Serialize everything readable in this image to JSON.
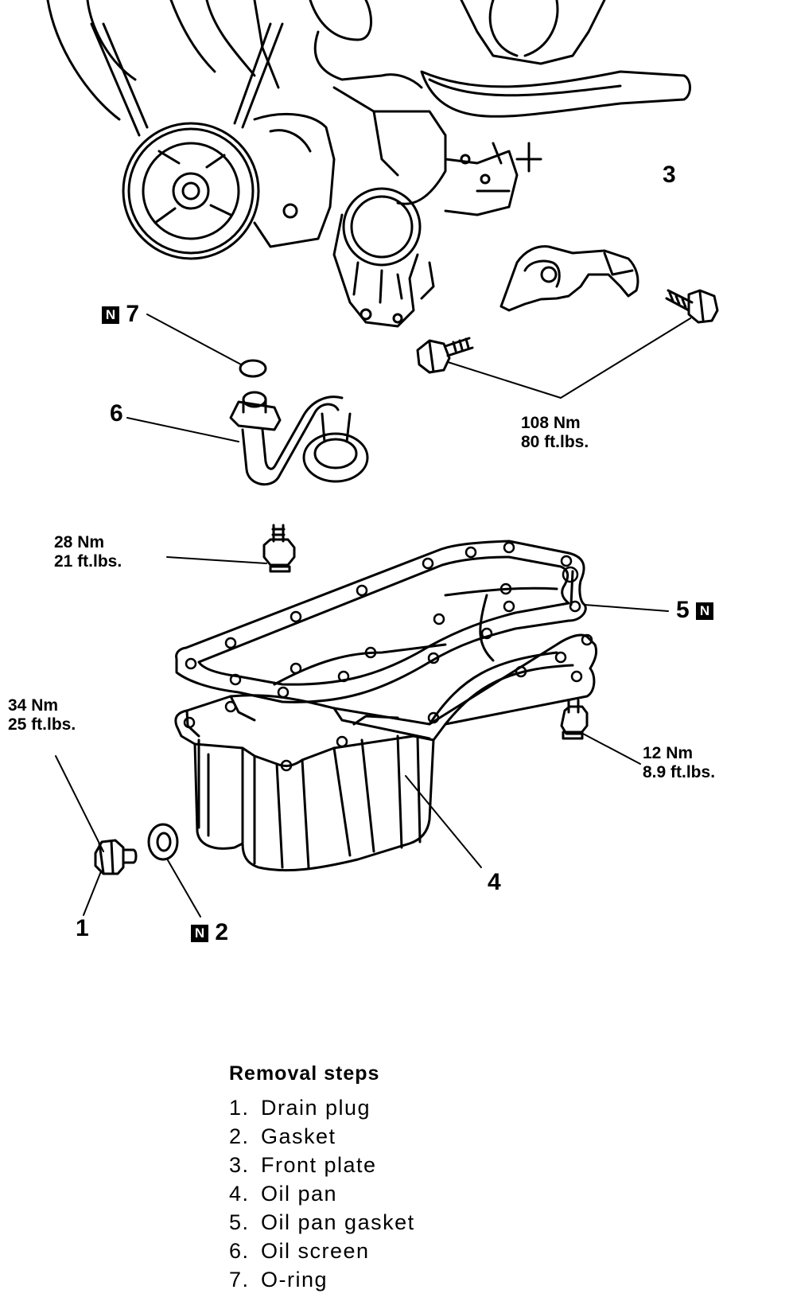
{
  "callouts": {
    "c1": "1",
    "c2": "2",
    "c3": "3",
    "c4": "4",
    "c5": "5",
    "c6": "6",
    "c7": "7",
    "new_part_badge": "N"
  },
  "torque": {
    "t108_nm": "108 Nm",
    "t108_ft": "80 ft.lbs.",
    "t28_nm": "28 Nm",
    "t28_ft": "21 ft.lbs.",
    "t34_nm": "34 Nm",
    "t34_ft": "25 ft.lbs.",
    "t12_nm": "12 Nm",
    "t12_ft": "8.9 ft.lbs."
  },
  "steps": {
    "title": "Removal steps",
    "items": [
      {
        "num": "1.",
        "text": "Drain plug"
      },
      {
        "num": "2.",
        "text": "Gasket"
      },
      {
        "num": "3.",
        "text": "Front plate"
      },
      {
        "num": "4.",
        "text": "Oil pan"
      },
      {
        "num": "5.",
        "text": "Oil pan gasket"
      },
      {
        "num": "6.",
        "text": "Oil screen"
      },
      {
        "num": "7.",
        "text": "O-ring"
      }
    ]
  }
}
